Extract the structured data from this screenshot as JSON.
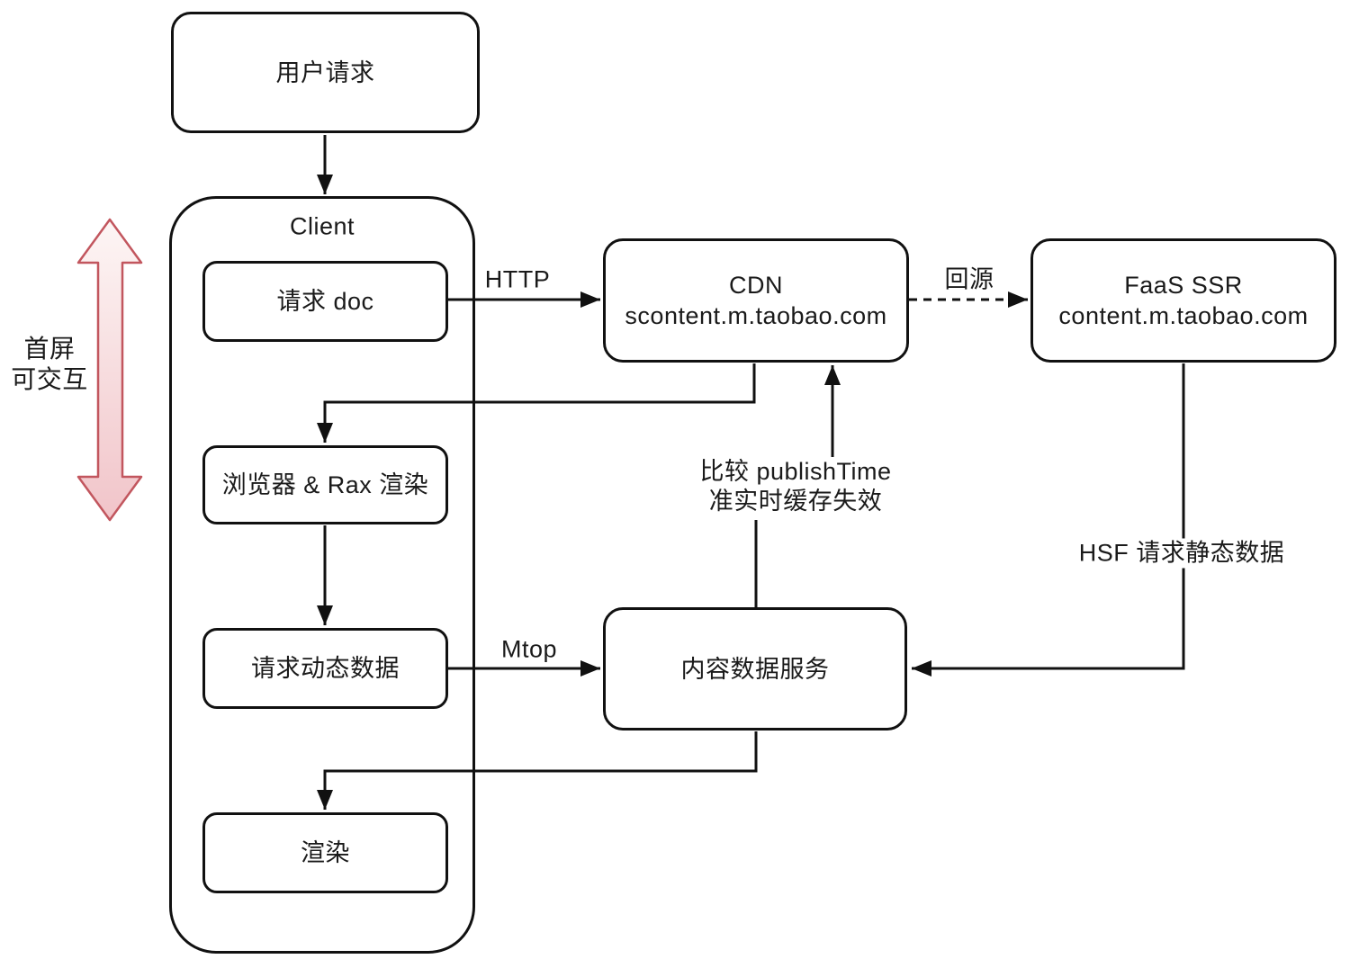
{
  "nodes": {
    "user_request": {
      "label": "用户请求"
    },
    "client": {
      "label": "Client"
    },
    "request_doc": {
      "label": "请求 doc"
    },
    "browser_rax": {
      "label": "浏览器 & Rax 渲染"
    },
    "request_dynamic": {
      "label": "请求动态数据"
    },
    "render": {
      "label": "渲染"
    },
    "cdn": {
      "line1": "CDN",
      "line2": "scontent.m.taobao.com"
    },
    "faas_ssr": {
      "line1": "FaaS SSR",
      "line2": "content.m.taobao.com"
    },
    "content_service": {
      "label": "内容数据服务"
    }
  },
  "edges": {
    "http": {
      "label": "HTTP"
    },
    "origin_fetch": {
      "label": "回源"
    },
    "mtop": {
      "label": "Mtop"
    },
    "publish_time": {
      "line1": "比较 publishTime",
      "line2": "准实时缓存失效"
    },
    "hsf": {
      "label": "HSF 请求静态数据"
    }
  },
  "annotations": {
    "first_screen": {
      "line1": "首屏",
      "line2": "可交互"
    }
  },
  "colors": {
    "stroke": "#111111",
    "background": "#ffffff",
    "pink_arrow_stroke": "#c2565e",
    "pink_arrow_fill_top": "#fdf6f5",
    "pink_arrow_fill_bottom": "#f1c4c9"
  }
}
